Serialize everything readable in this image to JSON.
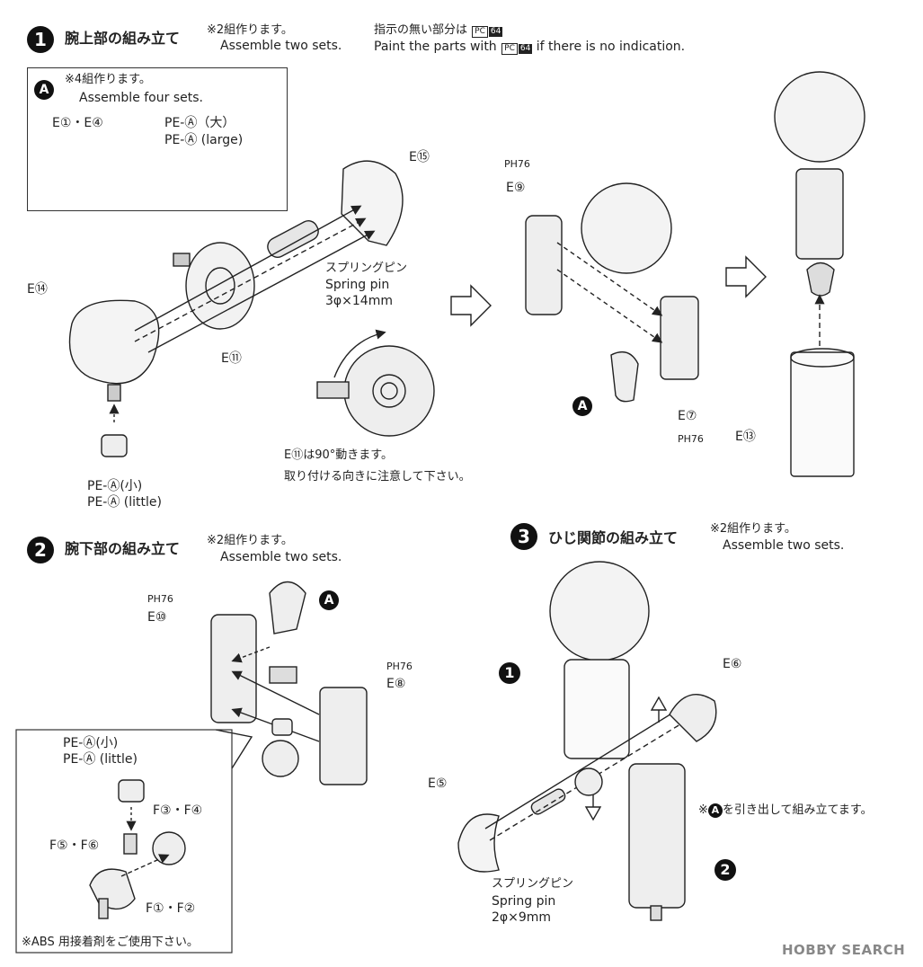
{
  "step1": {
    "number": "1",
    "title": "腕上部の組み立て",
    "note_jp": "※2組作ります。",
    "note_en": "Assemble two sets.",
    "paint_jp": "指示の無い部分は",
    "paint_en_prefix": "Paint the parts with",
    "paint_en_suffix": "if there is no indication.",
    "paint_code_letter": "PC",
    "paint_code_num": "64",
    "boxA": {
      "badge": "A",
      "note_jp": "※4組作ります。",
      "note_en": "Assemble four sets.",
      "part_e1e4": "E①・E④",
      "pe_large_jp": "PE-Ⓐ（大）",
      "pe_large_en": "PE-Ⓐ (large)"
    },
    "labels": {
      "e15": "E⑮",
      "e14": "E⑭",
      "e11": "E⑪",
      "spring_jp": "スプリングピン",
      "spring_en": "Spring pin",
      "spring_size": "3φ×14mm",
      "pe_little_jp": "PE-Ⓐ(小)",
      "pe_little_en": "PE-Ⓐ (little)",
      "rotate_note1": "E⑪は90°動きます。",
      "rotate_note2": "取り付ける向きに注意して下さい。",
      "ph76_top": "PH76",
      "e9": "E⑨",
      "badgeA": "A",
      "e7": "E⑦",
      "ph76_bottom": "PH76",
      "e13": "E⑬"
    }
  },
  "step2": {
    "number": "2",
    "title": "腕下部の組み立て",
    "note_jp": "※2組作ります。",
    "note_en": "Assemble two sets.",
    "ph76_a": "PH76",
    "e10": "E⑩",
    "badgeA": "A",
    "ph76_b": "PH76",
    "e8": "E⑧",
    "inset": {
      "pe_little_jp": "PE-Ⓐ(小)",
      "pe_little_en": "PE-Ⓐ (little)",
      "f3f4": "F③・F④",
      "f5f6": "F⑤・F⑥",
      "f1f2": "F①・F②",
      "abs_note": "※ABS 用接着剤をご使用下さい。"
    }
  },
  "step3": {
    "number": "3",
    "title": "ひじ関節の組み立て",
    "note_jp": "※2組作ります。",
    "note_en": "Assemble two sets.",
    "ref1": "1",
    "e6": "E⑥",
    "e5": "E⑤",
    "pullA_note": "を引き出して組み立てます。",
    "pullA_prefix": "※",
    "badgeA": "A",
    "ref2": "2",
    "spring_jp": "スプリングピン",
    "spring_en": "Spring pin",
    "spring_size": "2φ×9mm"
  },
  "watermark": "HOBBY SEARCH"
}
